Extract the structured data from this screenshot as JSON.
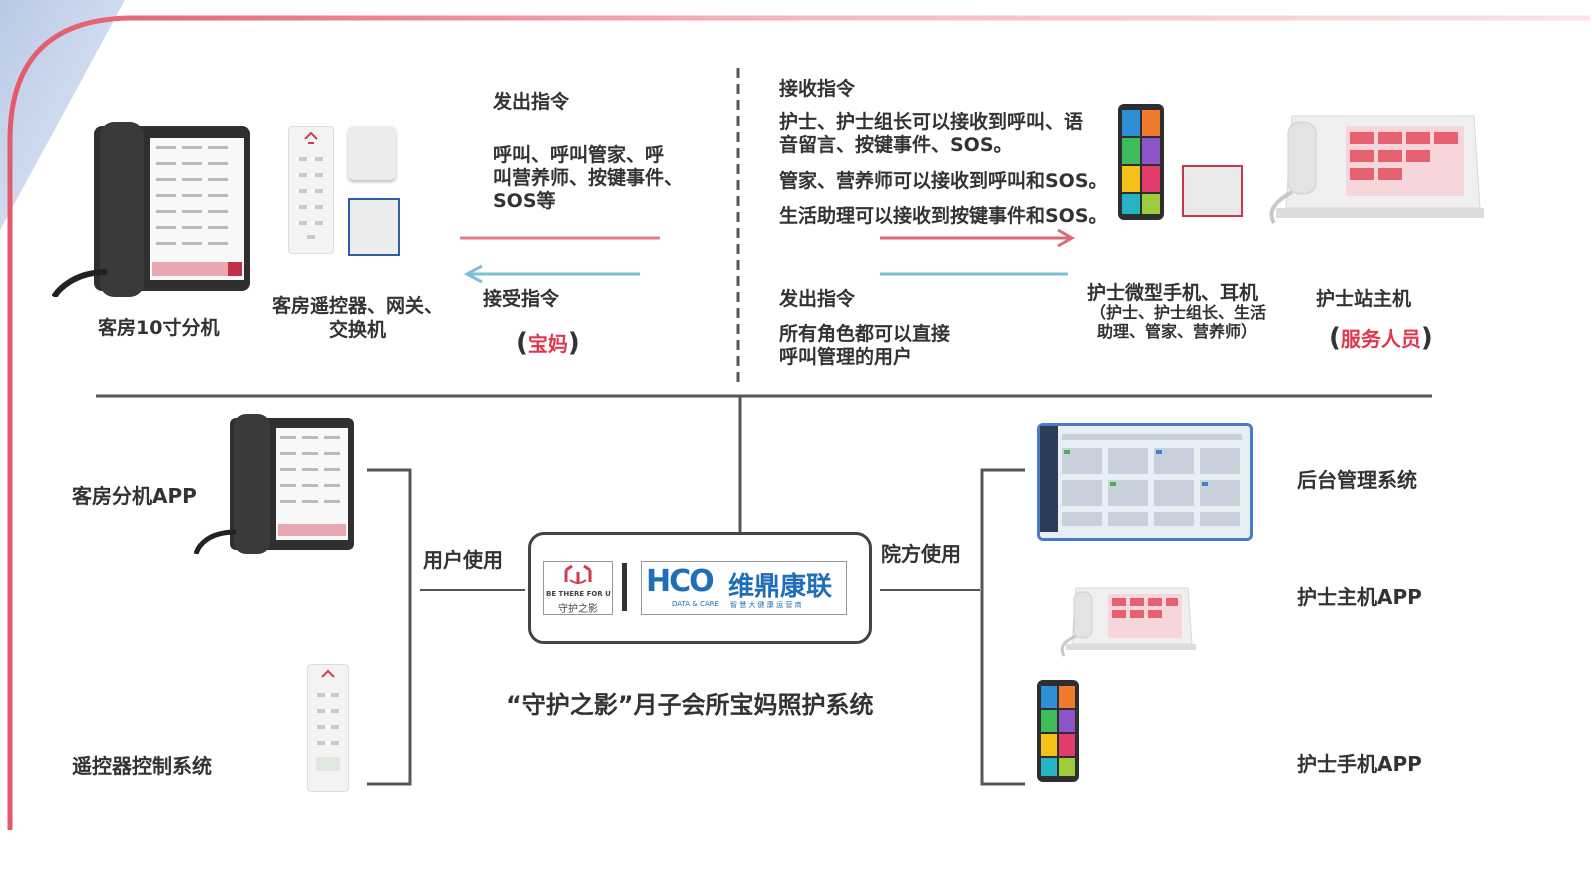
{
  "colors": {
    "accent_red": "#e0364f",
    "frame_pink": "#f2a3ad",
    "line_gray": "#555555",
    "brand_blue": "#1f6fb8"
  },
  "top_left": {
    "device1_label": "客房10寸分机",
    "device2_label_line1": "客房遥控器、网关、",
    "device2_label_line2": "交换机",
    "send_title": "发出指令",
    "send_body": [
      "呼叫、呼叫管家、呼",
      "叫营养师、按键事件、",
      "SOS等"
    ],
    "receive_title": "接受指令",
    "role": "宝妈"
  },
  "top_right": {
    "receive_title": "接收指令",
    "receive_lines": [
      "护士、护士组长可以接收到呼叫、语",
      "音留言、按键事件、SOS。",
      "管家、营养师可以接收到呼叫和SOS。",
      "生活助理可以接收到按键事件和SOS。"
    ],
    "send_title": "发出指令",
    "send_body": [
      "所有角色都可以直接",
      "呼叫管理的用户"
    ],
    "device1_label": "护士微型手机、耳机",
    "device1_sub": [
      "（护士、护士组长、生活",
      "助理、管家、营养师）"
    ],
    "device2_label": "护士站主机",
    "role": "服务人员"
  },
  "bottom": {
    "left_items": [
      "客房分机APP",
      "遥控器控制系统"
    ],
    "left_group_label": "用户使用",
    "right_group_label": "院方使用",
    "right_items": [
      "后台管理系统",
      "护士主机APP",
      "护士手机APP"
    ],
    "center_logo_left_text": "BE THERE FOR U",
    "center_logo_left_cn": "守护之影",
    "center_logo_right_mark": "HCO",
    "center_logo_right_cn": "维鼎康联",
    "center_logo_right_sub": "DATA & CARE",
    "center_logo_right_sub2": "智 慧 大 健 康 运 营 商",
    "caption": "“守护之影”月子会所宝妈照护系统"
  }
}
